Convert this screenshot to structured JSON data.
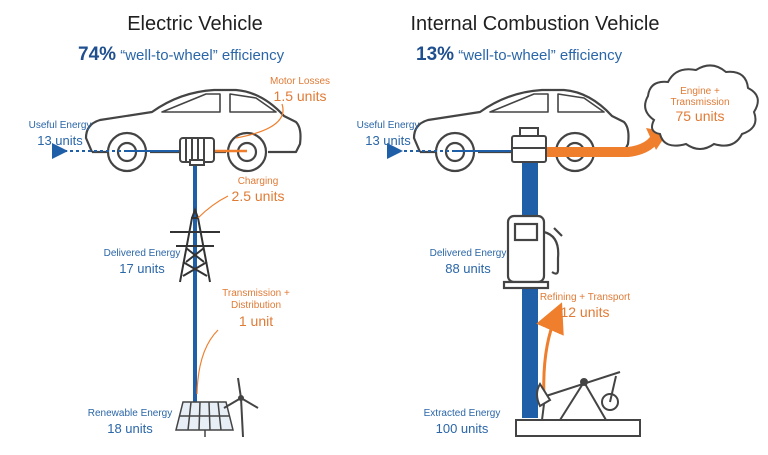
{
  "colors": {
    "blue": "#1f5fa8",
    "orange": "#ef7f2d",
    "outline": "#444444"
  },
  "ev": {
    "title": "Electric Vehicle",
    "efficiency_pct": "74%",
    "efficiency_text": "“well-to-wheel” efficiency",
    "motor_losses_label": "Motor Losses",
    "motor_losses_value": "1.5 units",
    "useful_label": "Useful Energy",
    "useful_value": "13 units",
    "charging_label": "Charging",
    "charging_value": "2.5 units",
    "delivered_label": "Delivered Energy",
    "delivered_value": "17 units",
    "transmission_label_1": "Transmission +",
    "transmission_label_2": "Distribution",
    "transmission_value": "1 unit",
    "source_label": "Renewable Energy",
    "source_value": "18 units",
    "icons": [
      "car-icon",
      "electric-motor-icon",
      "power-tower-icon",
      "solar-panel-icon",
      "wind-turbine-icon"
    ]
  },
  "ice": {
    "title": "Internal Combustion Vehicle",
    "efficiency_pct": "13%",
    "efficiency_text": "“well-to-wheel” efficiency",
    "engine_label_1": "Engine +",
    "engine_label_2": "Transmission",
    "engine_value": "75 units",
    "useful_label": "Useful Energy",
    "useful_value": "13 units",
    "delivered_label": "Delivered Energy",
    "delivered_value": "88 units",
    "refining_label": "Refining + Transport",
    "refining_value": "12 units",
    "source_label": "Extracted Energy",
    "source_value": "100 units",
    "icons": [
      "car-icon",
      "engine-icon",
      "exhaust-cloud-icon",
      "fuel-pump-icon",
      "oil-pumpjack-icon"
    ]
  }
}
